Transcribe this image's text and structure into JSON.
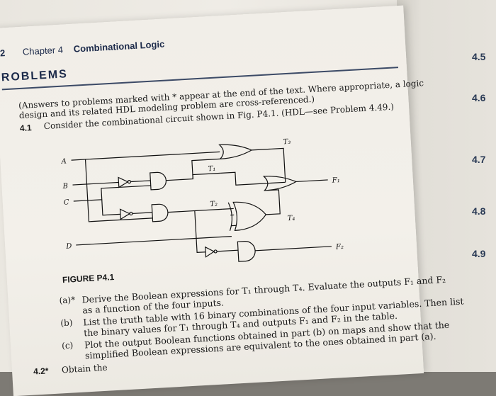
{
  "header": {
    "page_number": "2",
    "chapter": "Chapter 4",
    "title": "Combinational Logic",
    "section": "ROBLEMS"
  },
  "intro": {
    "line1": "(Answers to problems marked with * appear at the end of the text. Where appropriate, a logic",
    "line2": "design and its related HDL modeling problem are cross-referenced.)"
  },
  "problem_4_1": {
    "number": "4.1",
    "text": "Consider the combinational circuit shown in Fig. P4.1. (HDL—see Problem 4.49.)"
  },
  "figure": {
    "caption": "FIGURE P4.1",
    "inputs": [
      "A",
      "B",
      "C",
      "D"
    ],
    "intermediate": [
      "T₁",
      "T₂",
      "T₃",
      "T₄"
    ],
    "outputs": [
      "F₁",
      "F₂"
    ]
  },
  "parts": [
    {
      "label": "(a)*",
      "line1": "Derive the Boolean expressions for T₁ through T₄. Evaluate the outputs F₁ and F₂",
      "line2": "as a function of the four inputs."
    },
    {
      "label": "(b)",
      "line1": "List the truth table with 16 binary combinations of the four input variables. Then list",
      "line2": "the binary values for T₁ through T₄ and outputs F₁ and F₂ in the table."
    },
    {
      "label": "(c)",
      "line1": "Plot the output Boolean functions obtained in part (b) on maps and show that the",
      "line2": "simplified Boolean expressions are equivalent to the ones obtained in part (a)."
    }
  ],
  "problem_4_2": {
    "number": "4.2*",
    "text": "Obtain the"
  },
  "right_page_numbers": [
    "4.5",
    "4.6",
    "4.7",
    "4.8",
    "4.9"
  ]
}
